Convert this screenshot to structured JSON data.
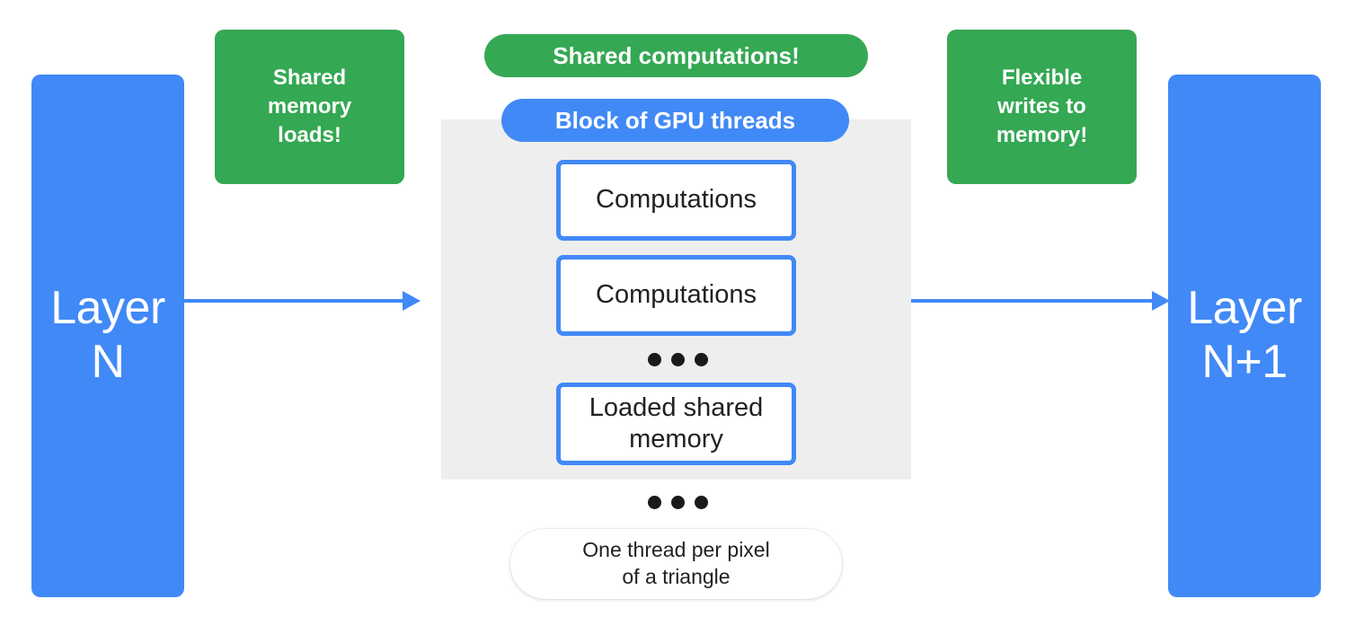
{
  "diagram": {
    "title": "GPU block / shared memory dataflow diagram",
    "colors": {
      "blue": "#4189F7",
      "green": "#34A853",
      "gray_block": "#EEEEEE",
      "white": "#FFFFFF",
      "text_dark": "#202124",
      "dot": "#1A1A1A"
    },
    "layers": {
      "input": {
        "label": "Layer\nN"
      },
      "output": {
        "label": "Layer\nN+1"
      }
    },
    "callouts": [
      {
        "id": "shared-memory-loads",
        "label": "Shared\nmemory\nloads!",
        "style": "green-card"
      },
      {
        "id": "shared-computations",
        "label": "Shared computations!",
        "style": "green-pill"
      },
      {
        "id": "flexible-writes",
        "label": "Flexible\nwrites to\nmemory!",
        "style": "green-card"
      }
    ],
    "block": {
      "title_pill": "Block of GPU threads",
      "threads": [
        {
          "label": "Computations"
        },
        {
          "label": "Computations"
        },
        {
          "label": "Loaded shared\nmemory"
        }
      ],
      "inner_ellipsis": "•••",
      "outer_ellipsis": "•••"
    },
    "footer_note": {
      "label": "One thread per pixel\nof a triangle"
    },
    "arrows": [
      {
        "id": "arrow-layer-n-to-block",
        "direction": "right"
      },
      {
        "id": "arrow-block-to-layer-n1",
        "direction": "right"
      }
    ]
  }
}
